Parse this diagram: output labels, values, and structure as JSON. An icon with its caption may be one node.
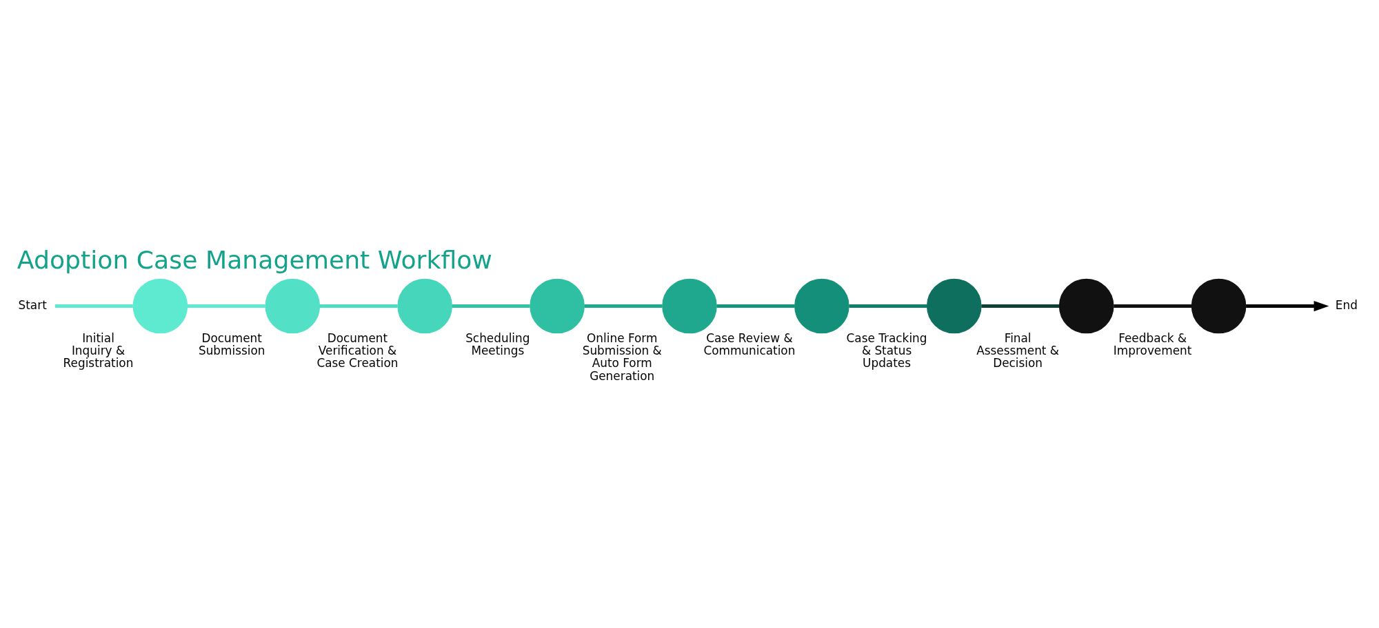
{
  "diagram": {
    "title": "Adoption Case Management Workflow",
    "nodes": [
      {
        "text": [
          "Start"
        ]
      },
      {
        "text": [],
        "shape": "circle",
        "beside": [
          "Initial Inquiry & Registration"
        ]
      },
      {
        "text": [],
        "shape": "circle",
        "beside": [
          "Document Submission"
        ]
      },
      {
        "text": [],
        "shape": "circle",
        "beside": [
          "Document Verification & Case Creation"
        ]
      },
      {
        "text": [],
        "shape": "circle",
        "beside": [
          "Scheduling Meetings"
        ]
      },
      {
        "text": [],
        "shape": "circle",
        "beside": [
          "Online Form Submission & Auto Form Generation"
        ]
      },
      {
        "text": [],
        "shape": "circle",
        "beside": [
          "Case Review & Communication"
        ]
      },
      {
        "text": [],
        "shape": "circle",
        "beside": [
          "Case Tracking & Status Updates"
        ]
      },
      {
        "text": [],
        "shape": "circle",
        "beside": [
          "Final Assessment & Decision"
        ]
      },
      {
        "text": [],
        "shape": "circle",
        "beside": [
          "Feedback & Improvement"
        ]
      },
      {
        "text": [
          "End"
        ]
      }
    ],
    "edges": [
      {
        "from": 0,
        "to": 1,
        "arrow": "none",
        "color": "#5eead0"
      },
      {
        "from": 1,
        "to": 2,
        "arrow": "none",
        "color": "#5eead0"
      },
      {
        "from": 2,
        "to": 3,
        "arrow": "none",
        "color": "#4fddc2"
      },
      {
        "from": 3,
        "to": 4,
        "arrow": "none",
        "color": "#33c4a8"
      },
      {
        "from": 4,
        "to": 5,
        "arrow": "none",
        "color": "#20a98f"
      },
      {
        "from": 5,
        "to": 6,
        "arrow": "none",
        "color": "#14957e"
      },
      {
        "from": 6,
        "to": 7,
        "arrow": "none",
        "color": "#0f7f6c"
      },
      {
        "from": 7,
        "to": 8,
        "arrow": "none",
        "color": "#0c3f36"
      },
      {
        "from": 8,
        "to": 9,
        "arrow": "none",
        "color": "#111111"
      },
      {
        "from": 9,
        "to": 10,
        "arrow": "to",
        "color": "#000000"
      }
    ]
  }
}
